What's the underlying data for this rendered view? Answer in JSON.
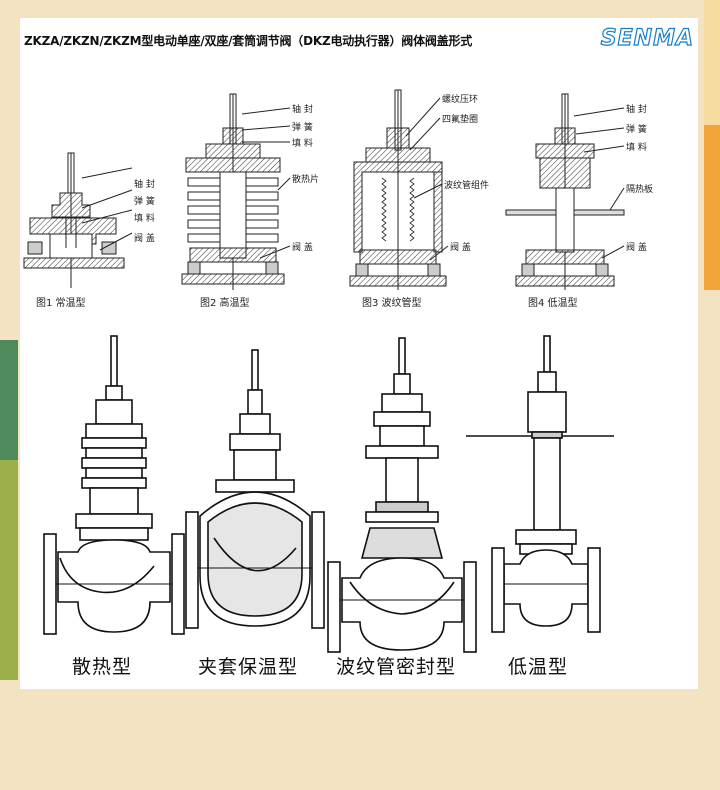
{
  "header": {
    "title": "ZKZA/ZKZN/ZKZM型电动单座/双座/套筒调节阀（DKZ电动执行器）阀体阀盖形式",
    "logo": "SENMA"
  },
  "top_figures": [
    {
      "caption": "图1 常温型",
      "labels": [
        "轴 封",
        "弹 簧",
        "填 料",
        "阀 盖"
      ]
    },
    {
      "caption": "图2 高温型",
      "labels": [
        "轴 封",
        "弹 簧",
        "填 料",
        "散热片",
        "阀 盖"
      ]
    },
    {
      "caption": "图3 波纹管型",
      "labels": [
        "螺纹压环",
        "四氟垫圈",
        "波纹管组件",
        "阀 盖"
      ]
    },
    {
      "caption": "图4 低温型",
      "labels": [
        "轴 封",
        "弹 簧",
        "填 料",
        "隔热板",
        "阀 盖"
      ]
    }
  ],
  "bottom_figures": [
    {
      "caption": "散热型"
    },
    {
      "caption": "夹套保温型"
    },
    {
      "caption": "波纹管密封型"
    },
    {
      "caption": "低温型"
    }
  ],
  "colors": {
    "background": "#f3e3c2",
    "logo": "#1a7fc8",
    "stripe_orange": "#f0a43a",
    "stripe_green": "#4f8a5d"
  }
}
